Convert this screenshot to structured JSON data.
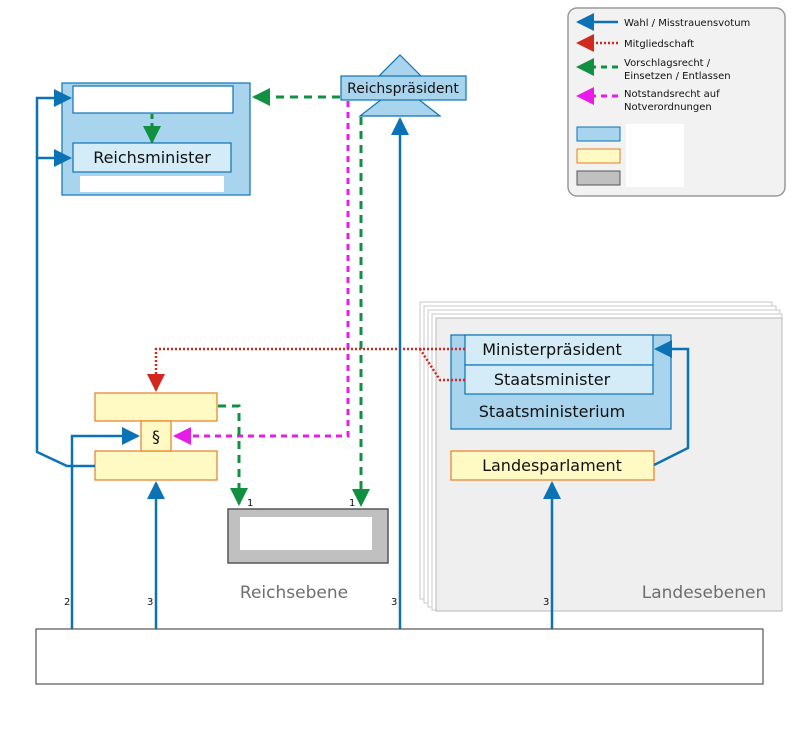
{
  "legend": {
    "items": [
      {
        "label_lines": [
          "Wahl / Misstrauensvotum"
        ],
        "color": "#0b73b5",
        "style": "solid"
      },
      {
        "label_lines": [
          "Mitgliedschaft"
        ],
        "color": "#d2291f",
        "style": "dotted"
      },
      {
        "label_lines": [
          "Vorschlagsrecht /",
          "Einsetzen / Entlassen"
        ],
        "color": "#109040",
        "style": "dashed"
      },
      {
        "label_lines": [
          "Notstandsrecht auf",
          "Notverordnungen"
        ],
        "color": "#e81ce8",
        "style": "dashed"
      }
    ],
    "swatch_colors": [
      "#a9d4ee",
      "#fff9c4",
      "#c0c0c0"
    ]
  },
  "reich": {
    "praesident": "Reichspräsident",
    "minister": "Reichsminister",
    "paragraph_symbol": "§",
    "level_label": "Reichsebene"
  },
  "land": {
    "ministerpraesident": "Ministerpräsident",
    "staatsminister": "Staatsminister",
    "staatsministerium": "Staatsministerium",
    "landesparlament": "Landesparlament",
    "level_label": "Landesebenen"
  },
  "footnotes": {
    "n1a": "1",
    "n1b": "1",
    "n2": "2",
    "n3a": "3",
    "n3b": "3",
    "n3c": "3"
  },
  "colors": {
    "blue_box": "#a9d4ee",
    "light_blue": "#d4ecf8",
    "yellow_box": "#fff9c4",
    "orange_border": "#e67e22",
    "blue_arrow": "#0b73b5",
    "grey_box": "#c0c0c0"
  }
}
